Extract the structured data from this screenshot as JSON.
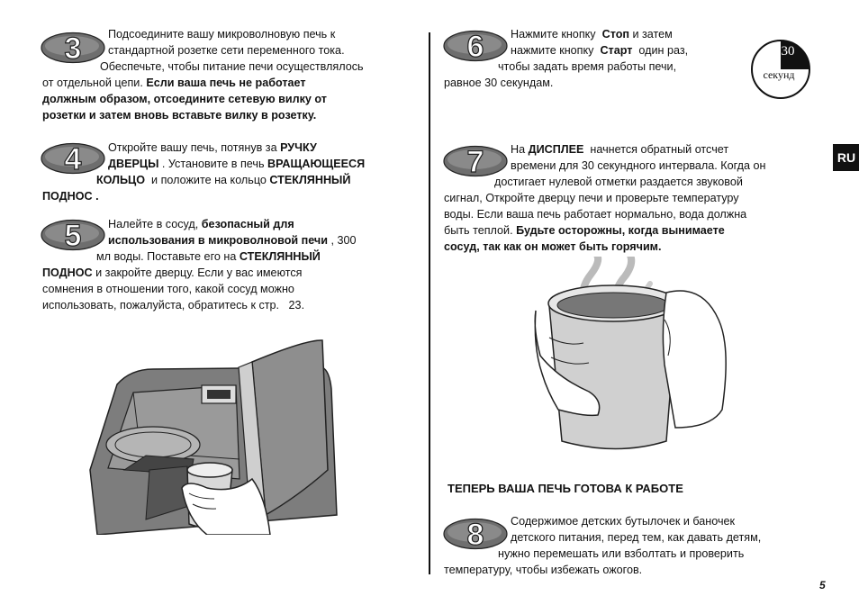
{
  "steps": {
    "s3": {
      "num": "3",
      "l1": "Подсоедините вашу микроволновую печь к",
      "l2": "стандартной розетке сети переменного тока.",
      "l3": "Обеспечьте, чтобы питание печи осуществлялось",
      "l4a": "от отдельной цепи. ",
      "l4b": "Если ваша печь не работает",
      "l5": "должным образом, отсоедините сетевую вилку от",
      "l6": "розетки и затем вновь вставьте вилку в розетку."
    },
    "s4": {
      "num": "4",
      "l1a": "Откройте вашу печь, потянув за ",
      "l1b": "РУЧКУ",
      "l2a": "ДВЕРЦЫ",
      "l2b": " . Установите в печь ",
      "l2c": "ВРАЩАЮЩЕЕСЯ",
      "l3a": "КОЛЬЦО",
      "l3b": "  и положите на кольцо ",
      "l3c": "СТЕКЛЯННЫЙ",
      "l4": "ПОДНОС ."
    },
    "s5": {
      "num": "5",
      "l1a": "Налейте в сосуд, ",
      "l1b": "безопасный для",
      "l2a": "использования в микроволновой печи",
      "l2b": " , 300",
      "l3a": "мл воды. Поставьте его на ",
      "l3b": "СТЕКЛЯННЫЙ",
      "l4a": "ПОДНОС",
      "l4b": " и закройте дверцу. Если у вас имеются",
      "l5": "сомнения в отношении того, какой сосуд можно",
      "l6": "использовать, пожалуйста, обратитесь к стр.   23."
    },
    "s6": {
      "num": "6",
      "l1a": "Нажмите кнопку  ",
      "l1b": "Стоп",
      "l1c": " и затем",
      "l2a": "нажмите кнопку  ",
      "l2b": "Старт",
      "l2c": "  один раз,",
      "l3": "чтобы задать время работы печи,",
      "l4": "равное 30 секундам."
    },
    "s7": {
      "num": "7",
      "l1a": "На ",
      "l1b": "ДИСПЛЕЕ",
      "l1c": "  начнется обратный отсчет",
      "l2": "времени для 30 секундного интервала. Когда он",
      "l3": "достигает нулевой отметки раздается звуковой",
      "l4": "сигнал, Откройте дверцу печи и проверьте температуру",
      "l5": "воды. Если ваша печь работает нормально, вода должна",
      "l6a": "быть теплой. ",
      "l6b": "Будьте осторожны, когда вынимаете",
      "l7": "сосуд, так как он может быть горячим."
    },
    "s8": {
      "num": "8",
      "l1": "Содержимое детских бутылочек и баночек",
      "l2": "детского питания, перед тем, как давать детям,",
      "l3": "нужно перемешать или взболтать и проверить",
      "l4": "температуру, чтобы избежать ожогов."
    }
  },
  "timer": {
    "value": "30",
    "unit": "секунд",
    "fraction_filled": 0.25
  },
  "ready_heading": "ТЕПЕРЬ ВАША ПЕЧЬ ГОТОВА К РАБОТЕ",
  "lang_tab": "RU",
  "page_number": "5"
}
